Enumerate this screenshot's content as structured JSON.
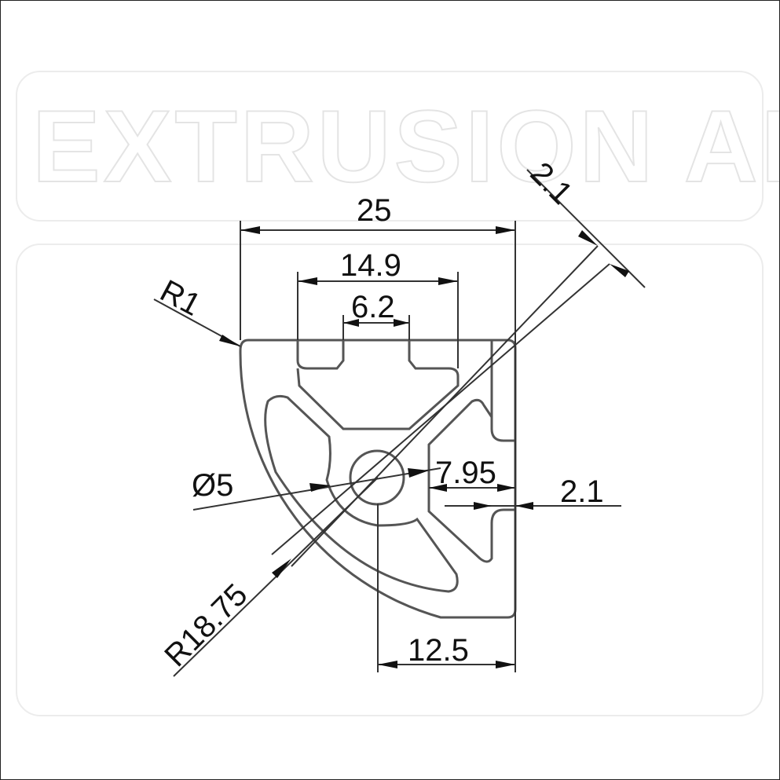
{
  "watermark": {
    "text": "EXTRUSION AND"
  },
  "dimensions": {
    "width": "25",
    "slot_width": "14.9",
    "slot_opening": "6.2",
    "wall": "2.1",
    "corner_radius": "R1",
    "bore": "Ø5",
    "offset": "7.95",
    "side_wall": "2.1",
    "outer_radius": "R18.75",
    "half_width": "12.5"
  }
}
